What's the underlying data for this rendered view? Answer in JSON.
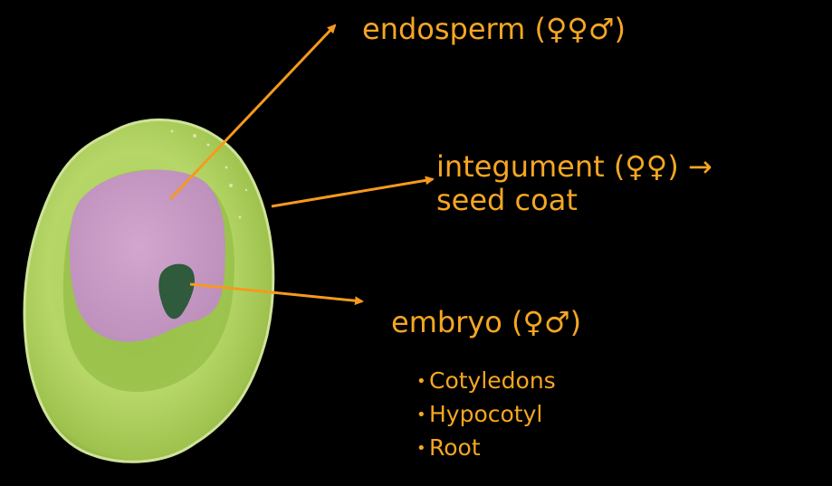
{
  "colors": {
    "background": "#000000",
    "label_text": "#f5a623",
    "arrow": "#f59a1e",
    "seed_outer": "#b9d66a",
    "seed_inner": "#8fba3f",
    "endosperm": "#c79ac4",
    "embryo": "#2e5a3a"
  },
  "labels": {
    "endosperm": {
      "name": "endosperm",
      "open": "(",
      "symbols": "♀♀♂",
      "close": ")"
    },
    "integument": {
      "name": "integument",
      "open": "(",
      "symbols": "♀♀",
      "close": ")",
      "arrow": "→",
      "result": "seed coat"
    },
    "embryo": {
      "name": "embryo",
      "open": "(",
      "symbols": "♀♂",
      "close": ")",
      "parts": [
        "Cotyledons",
        "Hypocotyl",
        "Root"
      ]
    }
  }
}
